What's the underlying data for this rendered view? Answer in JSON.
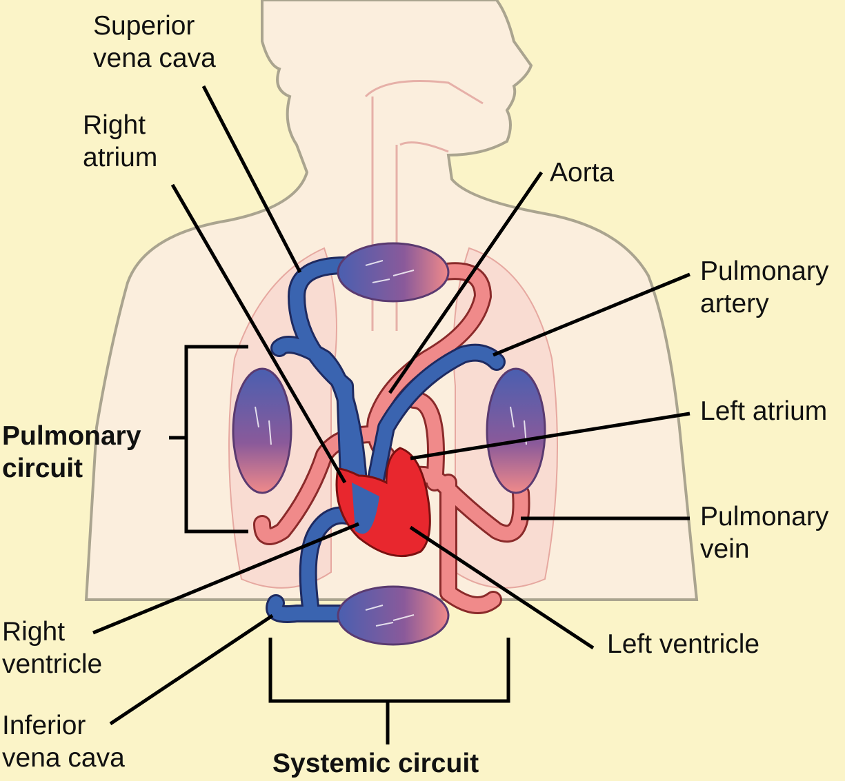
{
  "labels": {
    "superior_vena_cava": [
      "Superior",
      "vena cava"
    ],
    "right_atrium": [
      "Right",
      "atrium"
    ],
    "aorta": "Aorta",
    "pulmonary_artery": [
      "Pulmonary",
      "artery"
    ],
    "left_atrium": "Left atrium",
    "pulmonary_vein": [
      "Pulmonary",
      "vein"
    ],
    "left_ventricle": "Left ventricle",
    "right_ventricle": [
      "Right",
      "ventricle"
    ],
    "inferior_vena_cava": [
      "Inferior",
      "vena cava"
    ],
    "pulmonary_circuit": [
      "Pulmonary",
      "circuit"
    ],
    "systemic_circuit": "Systemic circuit"
  },
  "colors": {
    "background": "#fbf4c8",
    "body": "#fbeedd",
    "deoxygenated_blood": "#3a64b0",
    "oxygenated_blood": "#f08a8a",
    "heart": "#e8272e",
    "capillary_bed": "#7a5aa0"
  }
}
